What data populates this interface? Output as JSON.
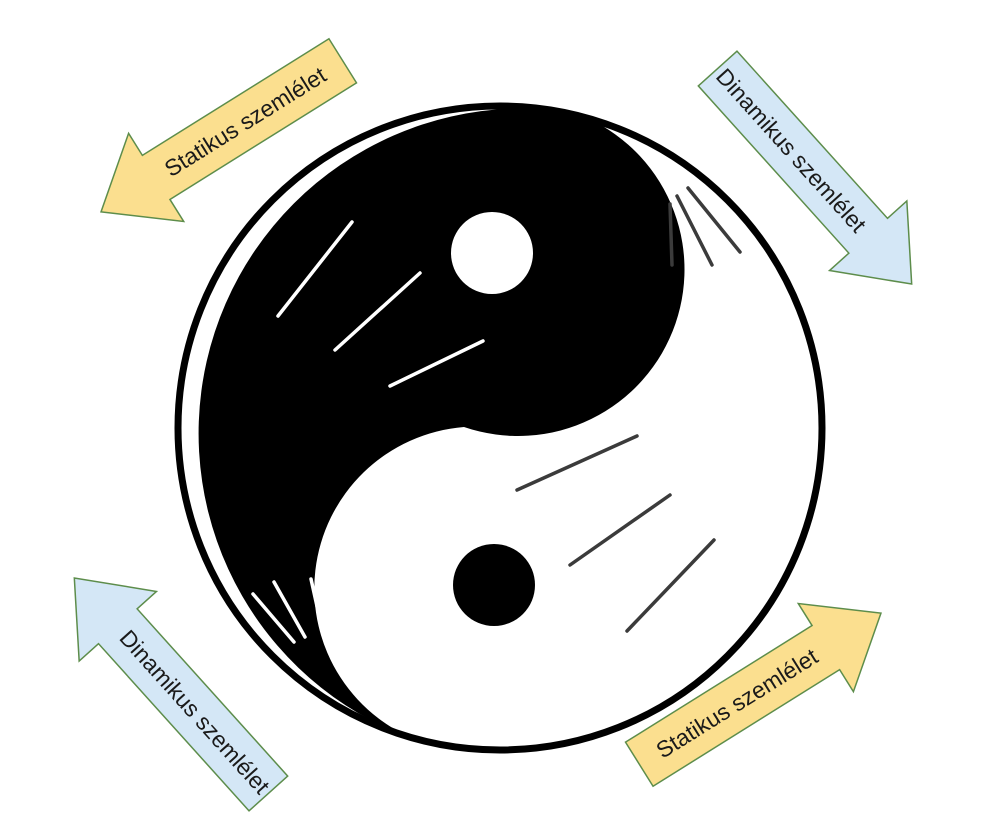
{
  "colors": {
    "yin": "#000000",
    "yang": "#ffffff",
    "static_arrow_fill": "#fbdf8f",
    "dynamic_arrow_fill": "#d4e7f6",
    "arrow_stroke": "#5d8d4b",
    "yang_hatch": "#ffffff",
    "yin_hatch": "#3b3b3b"
  },
  "icons": {
    "symbol": "yin-yang-icon",
    "arrow": "arrow-icon"
  },
  "arrows": {
    "static_top_left": {
      "label": "Statikus szemlélet",
      "kind": "static"
    },
    "dynamic_top_right": {
      "label": "Dinamikus szemlélet",
      "kind": "dynamic"
    },
    "dynamic_bottom_left": {
      "label": "Dinamikus szemlélet",
      "kind": "dynamic"
    },
    "static_bottom_right": {
      "label": "Statikus szemlélet",
      "kind": "static"
    }
  }
}
